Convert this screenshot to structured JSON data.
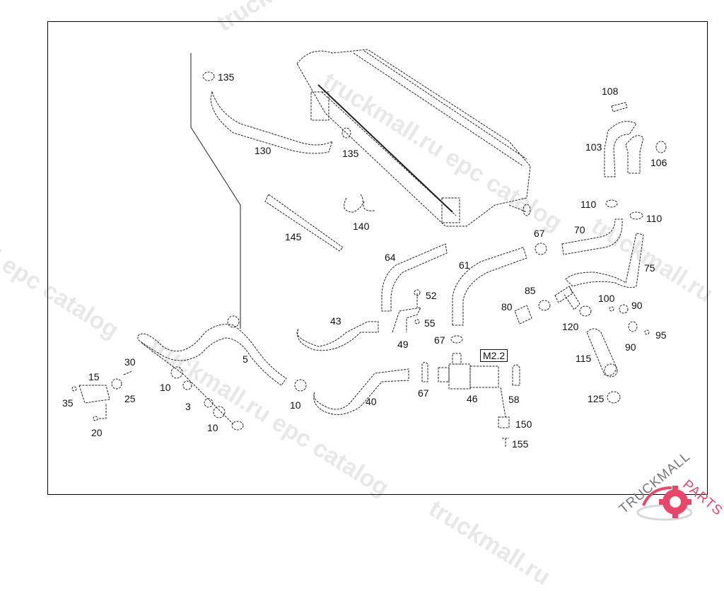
{
  "diagram": {
    "title": "Cooling system hoses and expansion tank - exploded parts view",
    "callout_box": "M2.2",
    "labels": {
      "p135a": "135",
      "p135b": "135",
      "p130": "130",
      "p145": "145",
      "p140": "140",
      "p108": "108",
      "p103": "103",
      "p106": "106",
      "p110a": "110",
      "p110b": "110",
      "p67a": "67",
      "p70": "70",
      "p75": "75",
      "p64": "64",
      "p61": "61",
      "p52": "52",
      "p55": "55",
      "p43": "43",
      "p49": "49",
      "p67b": "67",
      "p85": "85",
      "p80": "80",
      "p100": "100",
      "p90a": "90",
      "p90b": "90",
      "p95": "95",
      "p120": "120",
      "p115": "115",
      "p125": "125",
      "p5": "5",
      "p30": "30",
      "p15": "15",
      "p25": "25",
      "p35": "35",
      "p20": "20",
      "p10a": "10",
      "p10b": "10",
      "p10c": "10",
      "p3": "3",
      "p40": "40",
      "p67c": "67",
      "p46": "46",
      "p58": "58",
      "p150": "150",
      "p155": "155"
    }
  },
  "watermarks": [
    "truckmall.ru epc catalog",
    "truckmall.ru epc catalog",
    "l epc catalog",
    "truckmall.ru epc catalog",
    "truckmall.ru"
  ],
  "logo": {
    "text_dark": "TRUCKMALL",
    "text_accent": "PARTS",
    "accent_color": "#e8476a",
    "dark_color": "#777777"
  }
}
